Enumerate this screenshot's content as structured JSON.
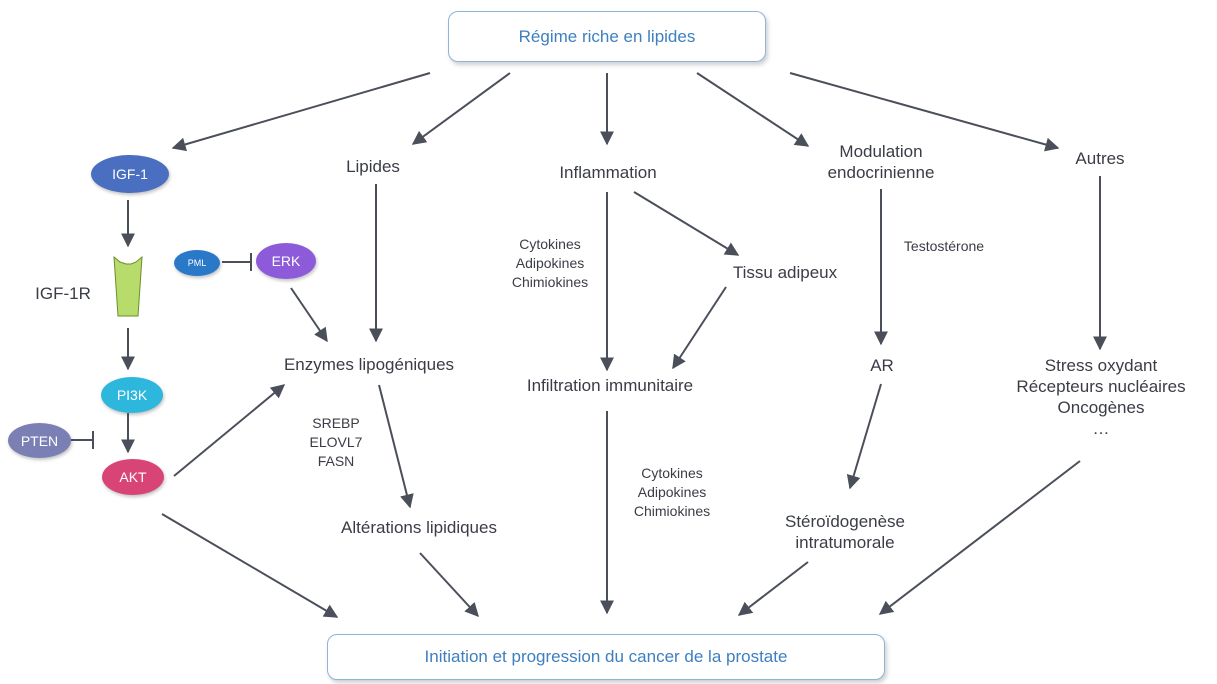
{
  "top_box": "Régime riche en lipides",
  "bottom_box": "Initiation et progression  du cancer de la prostate",
  "nodes": {
    "igf1": "IGF-1",
    "igf1r": "IGF-1R",
    "pi3k": "PI3K",
    "pten": "PTEN",
    "akt": "AKT",
    "pml": "PML",
    "erk": "ERK",
    "lipides": "Lipides",
    "enzymes": "Enzymes lipogéniques",
    "enzymes_list": [
      "SREBP",
      "ELOVL7",
      "FASN"
    ],
    "alterations": "Altérations lipidiques",
    "inflammation": "Inflammation",
    "cytokines_top": [
      "Cytokines",
      "Adipokines",
      "Chimiokines"
    ],
    "tissu": "Tissu adipeux",
    "infiltration": "Infiltration immunitaire",
    "cytokines_bottom": [
      "Cytokines",
      "Adipokines",
      "Chimiokines"
    ],
    "modulation": [
      "Modulation",
      "endocrinienne"
    ],
    "testosterone": "Testostérone",
    "ar": "AR",
    "steroido": [
      "Stéroïdogenèse",
      "intratumorale"
    ],
    "autres": "Autres",
    "autres_list": [
      "Stress oxydant",
      "Récepteurs nucléaires",
      "Oncogènes",
      "…"
    ]
  },
  "colors": {
    "igf1": "#4a6fc1",
    "igf1r": "#b8dc6c",
    "pi3k": "#2eb7dc",
    "pten": "#7a80b3",
    "akt": "#d94477",
    "pml": "#2a78c8",
    "erk": "#8d5bd9",
    "box_border": "#8fb4d9",
    "box_text": "#3d7fbf",
    "arrow": "#4a4f5a"
  }
}
